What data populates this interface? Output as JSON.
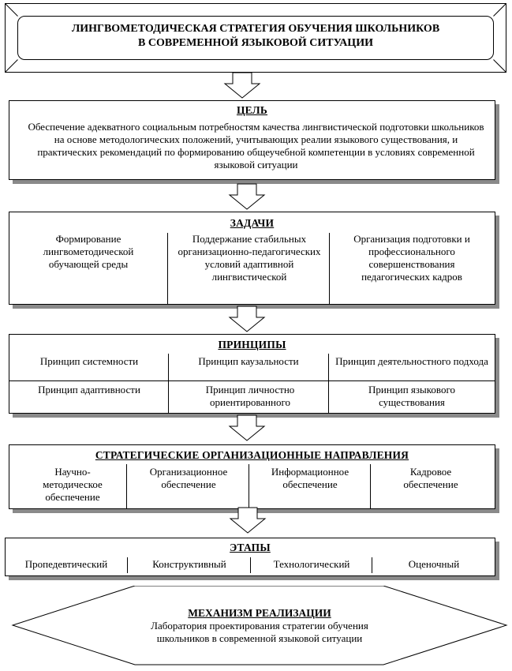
{
  "title": {
    "line1": "ЛИНГВОМЕТОДИЧЕСКАЯ СТРАТЕГИЯ ОБУЧЕНИЯ ШКОЛЬНИКОВ",
    "line2": "В СОВРЕМЕННОЙ ЯЗЫКОВОЙ СИТУАЦИИ"
  },
  "goal": {
    "heading": "ЦЕЛЬ",
    "text": "Обеспечение адекватного социальным потребностям качества лингвистической подготовки школьников на основе методологических положений, учитывающих реалии языкового существования, и практических рекомендаций по формированию общеучебной компетенции в условиях современной языковой ситуации"
  },
  "tasks": {
    "heading": "ЗАДАЧИ",
    "items": [
      "Формирование лингвометодической обучающей среды",
      "Поддержание стабильных организационно-педагогических условий адаптивной лингвистической",
      "Организация подготовки и профессионального совершенствования педагогических кадров"
    ]
  },
  "principles": {
    "heading": "ПРИНЦИПЫ",
    "row1": [
      "Принцип системности",
      "Принцип каузальности",
      "Принцип деятельностного подхода"
    ],
    "row2": [
      "Принцип адаптивности",
      "Принцип личностно ориентированного",
      "Принцип языкового существования"
    ]
  },
  "directions": {
    "heading": "СТРАТЕГИЧЕСКИЕ ОРГАНИЗАЦИОННЫЕ НАПРАВЛЕНИЯ",
    "items": [
      "Научно-методическое обеспечение",
      "Организационное обеспечение",
      "Информационное обеспечение",
      "Кадровое обеспечение"
    ]
  },
  "stages": {
    "heading": "ЭТАПЫ",
    "items": [
      "Пропедевтический",
      "Конструктивный",
      "Технологический",
      "Оценочный"
    ]
  },
  "mechanism": {
    "heading": "МЕХАНИЗМ РЕАЛИЗАЦИИ",
    "line1": "Лаборатория проектирования стратегии обучения",
    "line2": "школьников в современной языковой ситуации"
  }
}
